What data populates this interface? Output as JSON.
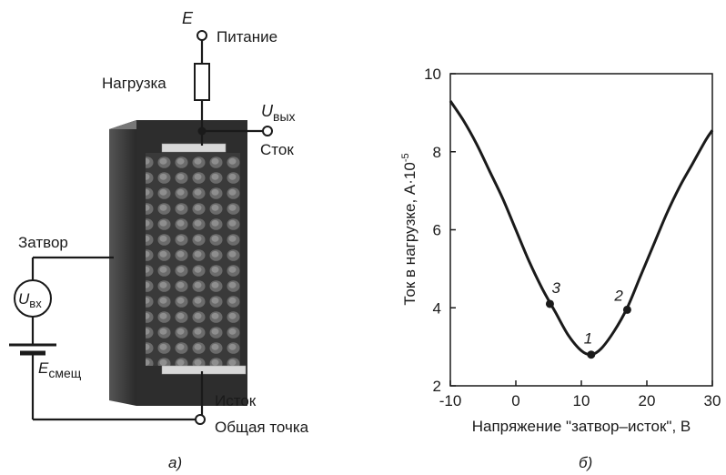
{
  "circuit": {
    "supply_symbol": "E",
    "supply_label": "Питание",
    "load_label": "Нагрузка",
    "output_symbol": "U",
    "output_sub": "вых",
    "drain_label": "Сток",
    "gate_label": "Затвор",
    "input_symbol": "U",
    "input_sub": "вх",
    "bias_symbol": "E",
    "bias_sub": "смещ",
    "source_label": "Исток",
    "common_label": "Общая точка",
    "caption": "а)"
  },
  "chart_data": {
    "type": "line",
    "xlabel": "Напряжение \"затвор–исток\", В",
    "ylabel_main": "Ток в нагрузке, А·10",
    "ylabel_exp": "-5",
    "xlim": [
      -10,
      30
    ],
    "ylim": [
      2,
      10
    ],
    "xticks": [
      -10,
      0,
      10,
      20,
      30
    ],
    "yticks": [
      2,
      4,
      6,
      8,
      10
    ],
    "grid": false,
    "x": [
      -10,
      -8,
      -6,
      -4,
      -2,
      0,
      2,
      4,
      6,
      8,
      10,
      11.5,
      13,
      15,
      17,
      19,
      21,
      23,
      25,
      27,
      29,
      30
    ],
    "y": [
      9.3,
      8.8,
      8.2,
      7.5,
      6.8,
      6.0,
      5.2,
      4.5,
      3.9,
      3.3,
      2.9,
      2.8,
      2.95,
      3.4,
      4.0,
      4.8,
      5.6,
      6.4,
      7.1,
      7.7,
      8.3,
      8.55
    ],
    "points": [
      {
        "label": "1",
        "x": 11.5,
        "y": 2.8
      },
      {
        "label": "2",
        "x": 17.0,
        "y": 3.95
      },
      {
        "label": "3",
        "x": 5.2,
        "y": 4.1
      }
    ],
    "caption": "б)"
  }
}
